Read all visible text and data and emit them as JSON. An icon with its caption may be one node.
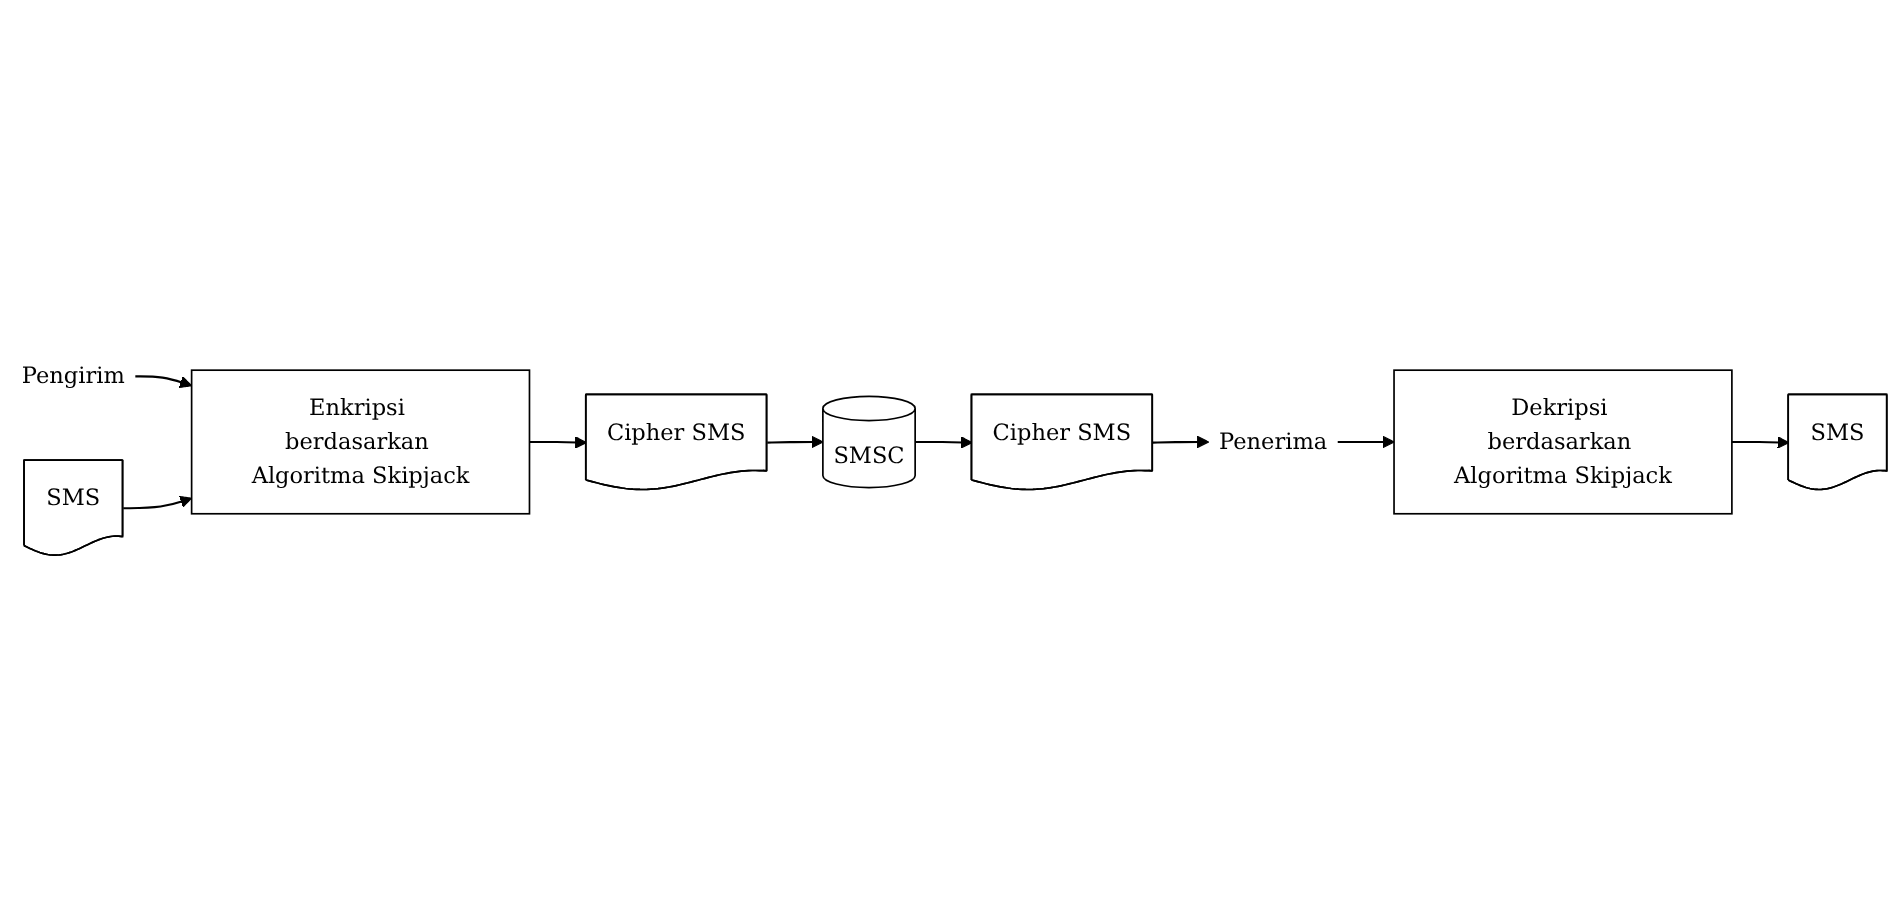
{
  "diagram": {
    "nodes": [
      {
        "text": [
          "Pengirim"
        ]
      },
      {
        "text": [
          "SMS"
        ]
      },
      {
        "text": [
          "Enkripsi berdasarkan Algoritma Skipjack"
        ]
      },
      {
        "text": [
          "Cipher SMS"
        ]
      },
      {
        "text": [
          "SMSC"
        ]
      },
      {
        "text": [
          "Cipher SMS"
        ]
      },
      {
        "text": [
          "Penerima"
        ]
      },
      {
        "text": [
          "Dekripsi berdasarkan Algoritma Skipjack"
        ]
      },
      {
        "text": [
          "SMS"
        ]
      }
    ],
    "edges": [
      {
        "from": 0,
        "to": 2,
        "arrow": "to"
      },
      {
        "from": 1,
        "to": 2,
        "arrow": "to"
      },
      {
        "from": 2,
        "to": 3,
        "arrow": "to"
      },
      {
        "from": 3,
        "to": 4,
        "arrow": "to"
      },
      {
        "from": 4,
        "to": 5,
        "arrow": "to"
      },
      {
        "from": 5,
        "to": 6,
        "arrow": "to"
      },
      {
        "from": 6,
        "to": 7,
        "arrow": "to"
      },
      {
        "from": 7,
        "to": 8,
        "arrow": "to"
      }
    ]
  }
}
